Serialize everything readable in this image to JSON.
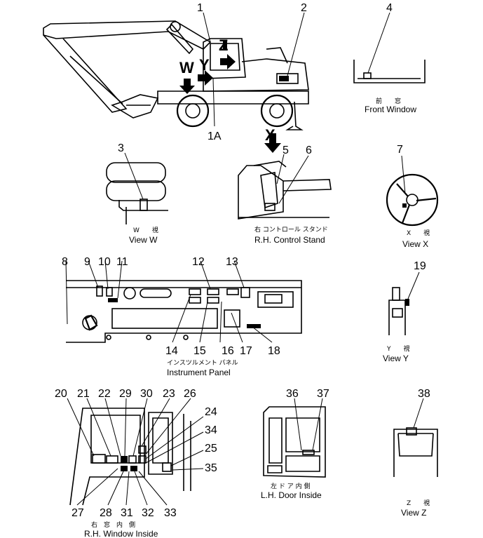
{
  "labels": {
    "n1": "1",
    "n1a": "1A",
    "n2": "2",
    "n3": "3",
    "n4": "4",
    "n5": "5",
    "n6": "6",
    "n7": "7",
    "n8": "8",
    "n9": "9",
    "n10": "10",
    "n11": "11",
    "n12": "12",
    "n13": "13",
    "n14": "14",
    "n15": "15",
    "n16": "16",
    "n17": "17",
    "n18": "18",
    "n19": "19",
    "n20": "20",
    "n21": "21",
    "n22": "22",
    "n23": "23",
    "n24": "24",
    "n25": "25",
    "n26": "26",
    "n27": "27",
    "n28": "28",
    "n29": "29",
    "n30": "30",
    "n31": "31",
    "n32": "32",
    "n33": "33",
    "n34": "34",
    "n35": "35",
    "n36": "36",
    "n37": "37",
    "n38": "38"
  },
  "view_letters": {
    "w": "W",
    "y": "Y",
    "z": "Z",
    "x": "X"
  },
  "captions": {
    "front_window_jp": "前　　窓",
    "front_window": "Front Window",
    "view_w_jp": "W　　視",
    "view_w": "View W",
    "control_stand_jp": "右 コントロール スタンド",
    "control_stand": "R.H. Control Stand",
    "view_x_jp": "X　　視",
    "view_x": "View X",
    "instrument_panel_jp": "インスツルメント パネル",
    "instrument_panel": "Instrument Panel",
    "view_y_jp": "Y　　視",
    "view_y": "View Y",
    "rh_window_jp": "右　窓　内　側",
    "rh_window": "R.H. Window Inside",
    "lh_door_jp": "左 ド ア 内 側",
    "lh_door": "L.H. Door Inside",
    "view_z_jp": "Z　　視",
    "view_z": "View Z"
  }
}
